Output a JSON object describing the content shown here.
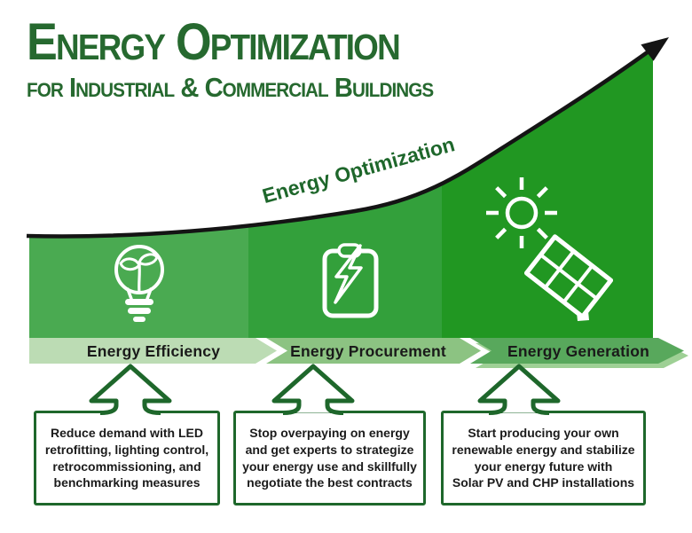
{
  "title": {
    "line1": "Energy Optimization",
    "line2": "for Industrial & Commercial Buildings"
  },
  "curve_label": "Energy Optimization",
  "colors": {
    "title_green": "#26692f",
    "outline_green": "#1e672b",
    "curve_black": "#141414",
    "banner_text": "#1a1a1a",
    "banner_underlay": "#9ed095",
    "icon_white": "#ffffff"
  },
  "stages": [
    {
      "label": "Energy Efficiency",
      "icon": "lightbulb-sprout-icon",
      "panel_color": "#4aaa51",
      "banner_color": "#bcdcb4",
      "description_lines": [
        "Reduce demand with LED",
        "retrofitting, lighting control,",
        "retrocommissioning, and",
        "benchmarking measures"
      ]
    },
    {
      "label": "Energy Procurement",
      "icon": "clipboard-lightning-icon",
      "panel_color": "#33a03b",
      "banner_color": "#8cc382",
      "description_lines": [
        "Stop overpaying on energy",
        "and get experts to strategize",
        "your energy use and skillfully",
        "negotiate the best contracts"
      ]
    },
    {
      "label": "Energy Generation",
      "icon": "solar-panel-sun-icon",
      "panel_color": "#219722",
      "banner_color": "#58a85c",
      "description_lines": [
        "Start producing your own",
        "renewable energy and stabilize",
        "your energy future with",
        "Solar PV and CHP installations"
      ]
    }
  ]
}
